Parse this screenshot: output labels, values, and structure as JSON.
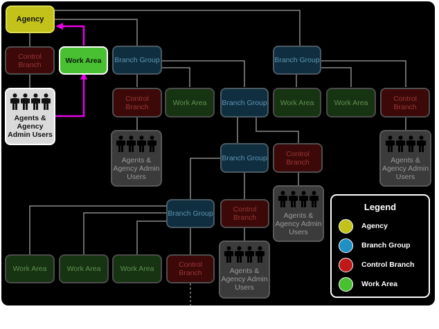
{
  "nodes": {
    "agency": "Agency",
    "control_branch": "Control Branch",
    "work_area": "Work Area",
    "branch_group": "Branch Group",
    "agents_users": "Agents & Agency Admin Users"
  },
  "legend": {
    "title": "Legend",
    "items": [
      {
        "label": "Agency",
        "color": "#c2c21a"
      },
      {
        "label": "Branch Group",
        "color": "#1f8fc4"
      },
      {
        "label": "Control Branch",
        "color": "#c01818"
      },
      {
        "label": "Work Area",
        "color": "#48c032"
      }
    ]
  },
  "colors": {
    "background": "#000000",
    "connector": "#8a8a8a",
    "highlight_path": "#e800e8"
  }
}
